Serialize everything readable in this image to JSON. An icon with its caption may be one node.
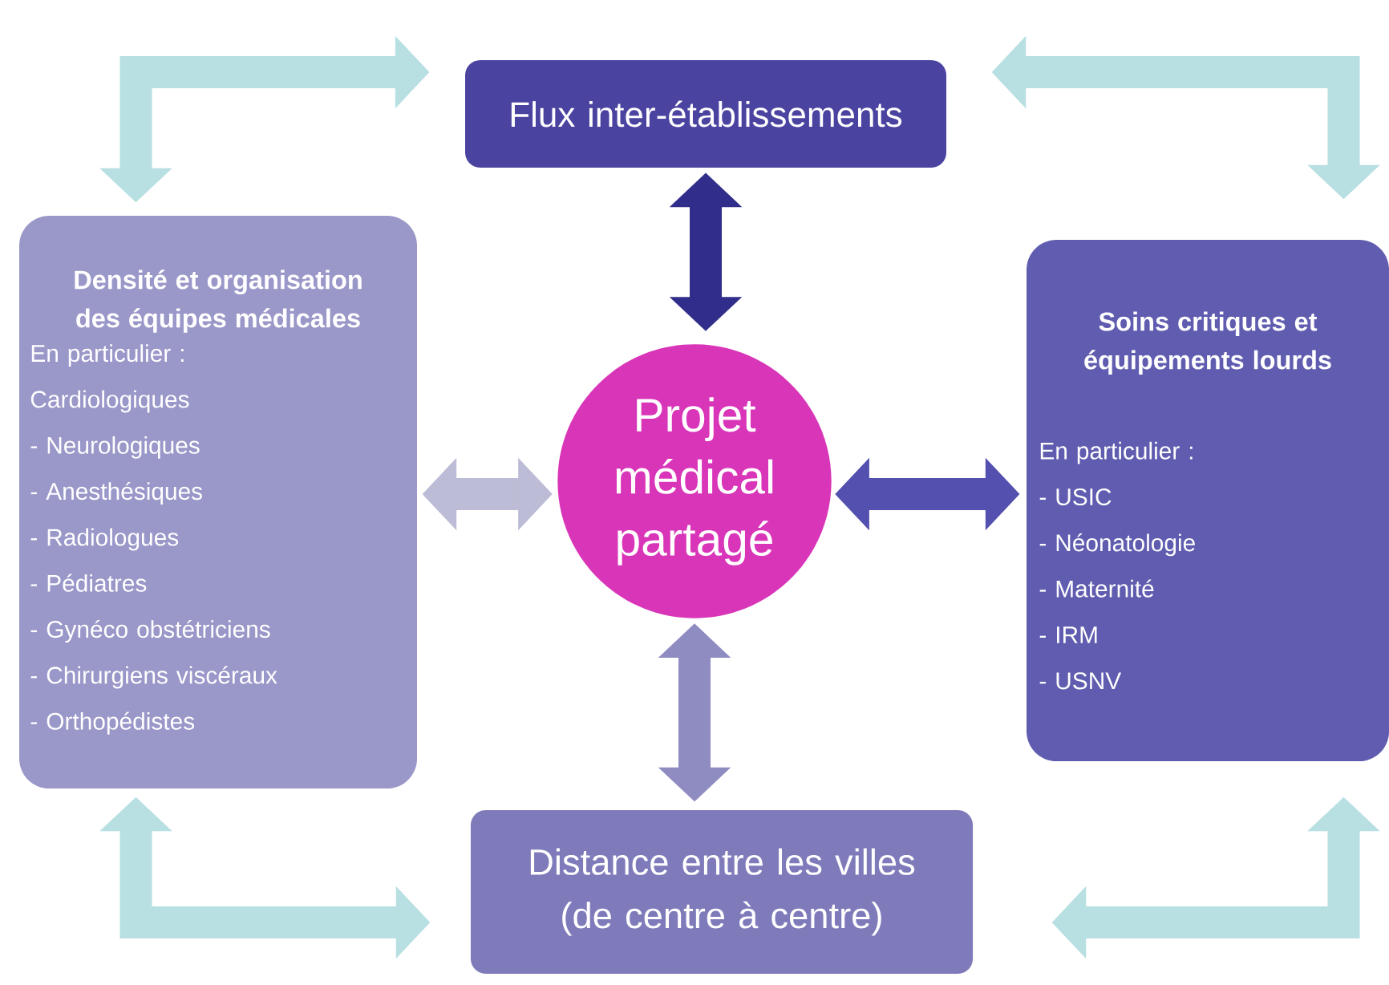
{
  "diagram": {
    "nodes": [
      {
        "text": [
          "Flux inter-établissements"
        ]
      },
      {
        "text": [
          "Densité et organisation des équipes médicales",
          "En particulier :",
          "Cardiologiques",
          "- Neurologiques",
          "- Anesthésiques",
          "- Radiologues",
          "- Pédiatres",
          "- Gynéco obstétriciens",
          "- Chirurgiens viscéraux",
          "- Orthopédistes"
        ]
      },
      {
        "text": [
          "Projet médical partagé"
        ]
      },
      {
        "text": [
          "Soins critiques et équipements lourds",
          "En particulier :",
          "-  USIC",
          "- Néonatologie",
          "- Maternité",
          "- IRM",
          "- USNV"
        ]
      },
      {
        "text": [
          "Distance entre les villes (de centre à centre)"
        ]
      }
    ],
    "edges": [
      {
        "from": 0,
        "to": 2,
        "arrow": "both",
        "color": "#302e8a"
      },
      {
        "from": 1,
        "to": 2,
        "arrow": "both",
        "color": "#bcbcd6"
      },
      {
        "from": 2,
        "to": 3,
        "arrow": "both",
        "color": "#5450b0"
      },
      {
        "from": 2,
        "to": 4,
        "arrow": "both",
        "color": "#8f8cc2"
      },
      {
        "from": 1,
        "to": 0,
        "arrow": "both",
        "color": "#b8dfe2"
      },
      {
        "from": 0,
        "to": 3,
        "arrow": "both",
        "color": "#b8dfe2"
      },
      {
        "from": 1,
        "to": 4,
        "arrow": "both",
        "color": "#b8dfe2"
      },
      {
        "from": 3,
        "to": 4,
        "arrow": "both",
        "color": "#b8dfe2"
      }
    ]
  }
}
